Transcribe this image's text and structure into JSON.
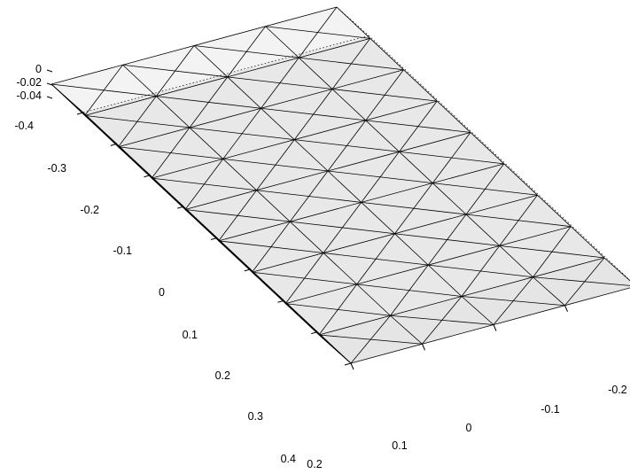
{
  "z_ticks": [
    "0",
    "-0.02",
    "-0.04"
  ],
  "y_ticks": [
    "-0.4",
    "-0.3",
    "-0.2",
    "-0.1",
    "0",
    "0.1",
    "0.2",
    "0.3",
    "0.4"
  ],
  "x_ticks": [
    "0.2",
    "0.1",
    "0",
    "-0.1",
    "-0.2"
  ],
  "mesh": {
    "x_range": [
      -0.2,
      0.2
    ],
    "y_range": [
      -0.4,
      0.4
    ],
    "z_range": [
      -0.04,
      0
    ],
    "divisions_x": 4,
    "divisions_y": 8,
    "element": "tetrahedral",
    "face_color": "#dcdcdc",
    "edge_color": "#000000"
  }
}
